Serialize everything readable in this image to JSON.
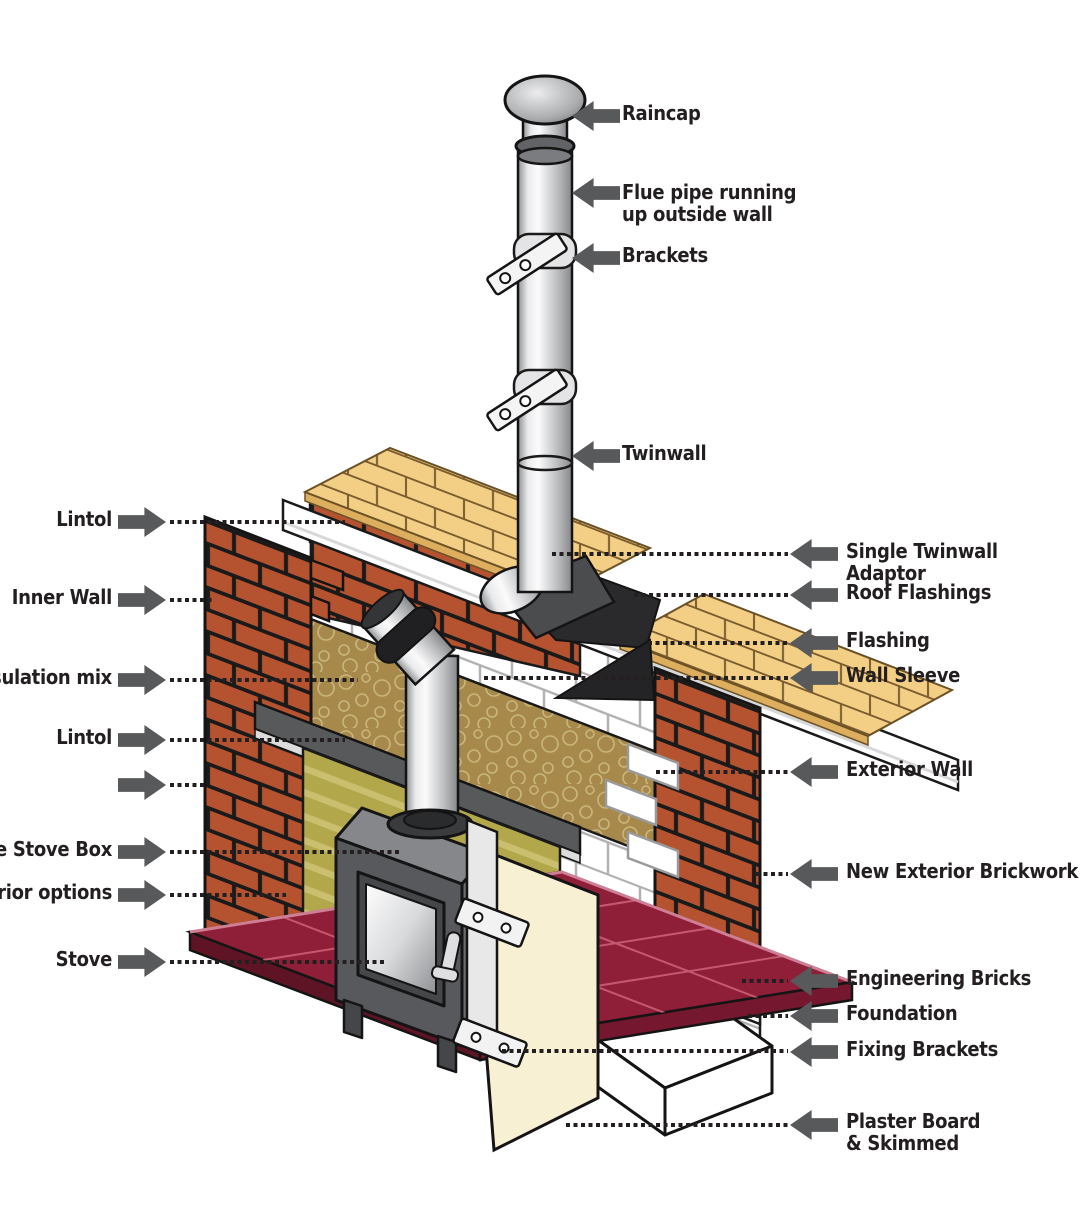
{
  "colors": {
    "arrow": "#58595b",
    "text": "#231f20",
    "brick": "#b5522f",
    "hearth_red": "#8f1f38",
    "insulation_tan": "#a6894b",
    "stove_box_olive": "#b3a74c",
    "roof_tiles_yellow": "#f3cf86",
    "plaster_cream": "#f7f0d3",
    "stove_gray": "#58595c"
  },
  "left_labels": [
    {
      "label": "Lintol"
    },
    {
      "label": "Inner Wall"
    },
    {
      "label": "nsulation mix"
    },
    {
      "label": "Lintol"
    },
    {
      "label": ""
    },
    {
      "label": "The Stove Box"
    },
    {
      "label": "terior options"
    },
    {
      "label": "Stove"
    }
  ],
  "pipe_labels": [
    {
      "label": "Raincap"
    },
    {
      "label": "Flue pipe running\nup outside wall"
    },
    {
      "label": "Brackets"
    },
    {
      "label": "Twinwall"
    }
  ],
  "right_labels": [
    {
      "label": "Single Twinwall Adaptor"
    },
    {
      "label": "Roof Flashings"
    },
    {
      "label": "Flashing"
    },
    {
      "label": "Wall Sleeve"
    },
    {
      "label": "Exterior Wall"
    },
    {
      "label": "New Exterior Brickwork"
    },
    {
      "label": "Engineering Bricks"
    },
    {
      "label": "Foundation"
    },
    {
      "label": "Fixing Brackets"
    },
    {
      "label": "Plaster Board\n& Skimmed"
    }
  ]
}
